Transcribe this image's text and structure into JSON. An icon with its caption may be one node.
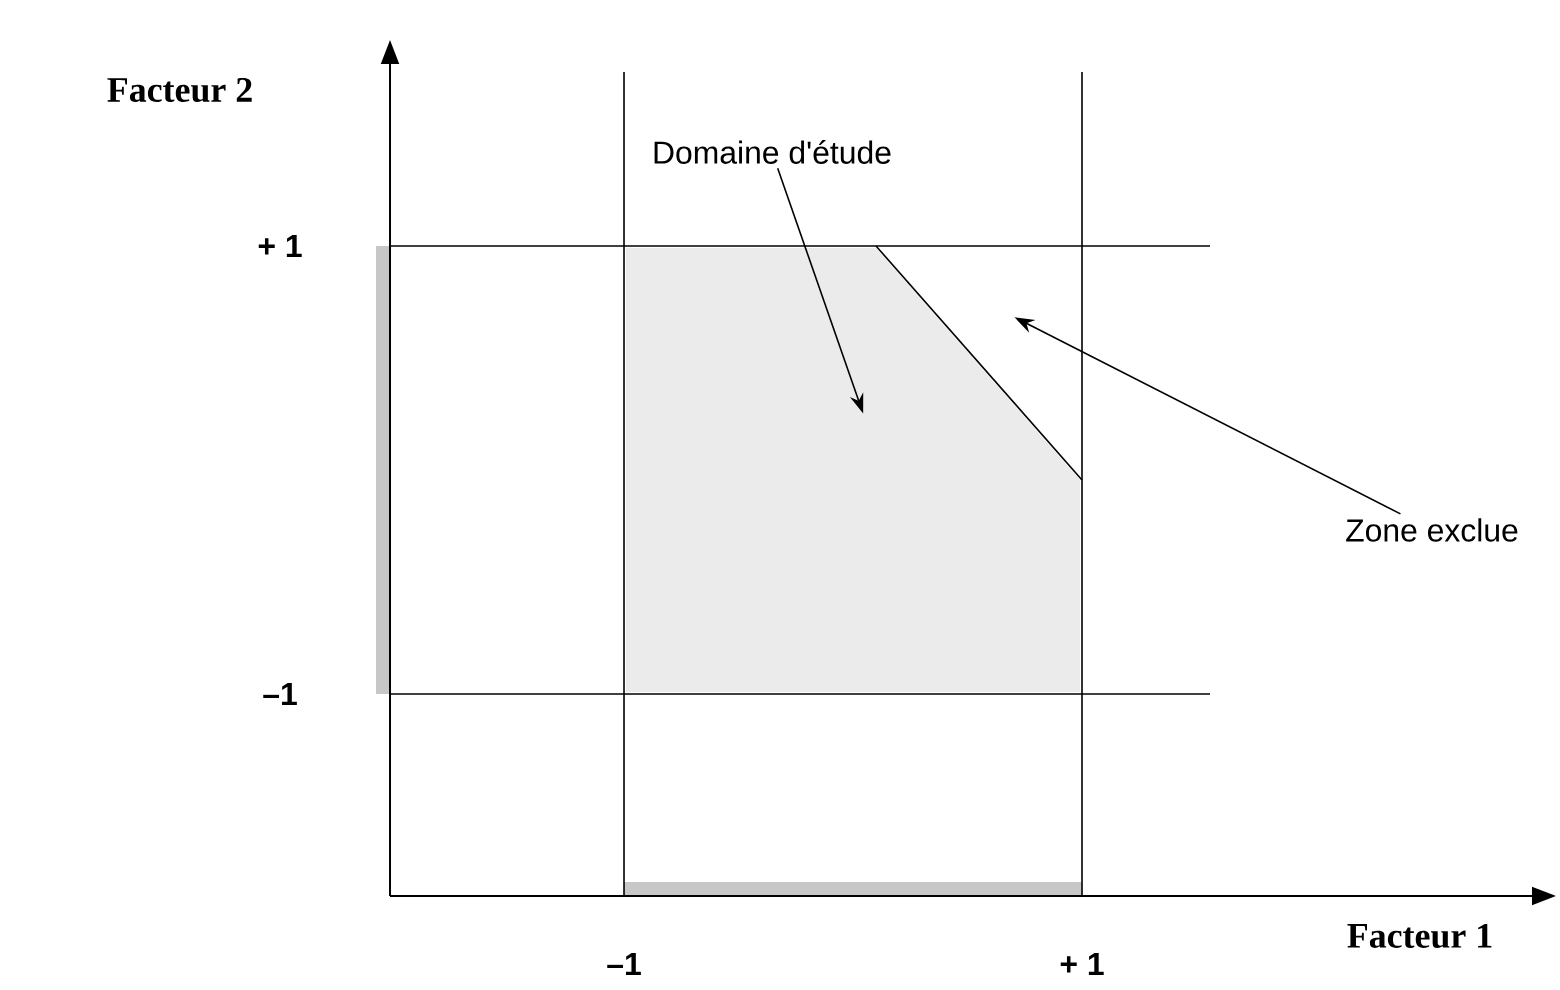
{
  "diagram": {
    "nodes": [
      {
        "text": [
          "Domaine d'étude"
        ]
      },
      {
        "text": [],
        "shape": "polygon"
      },
      {
        "text": [
          "Zone exclue"
        ]
      },
      {
        "text": [],
        "shape": "triangle"
      }
    ],
    "edges": [
      {
        "from": 0,
        "to": 1,
        "arrow": "to"
      },
      {
        "from": 2,
        "to": 3,
        "arrow": "to"
      }
    ],
    "labels": [
      "Facteur 2",
      "+ 1",
      "–1",
      "–1",
      "+ 1",
      "Facteur 1"
    ]
  }
}
